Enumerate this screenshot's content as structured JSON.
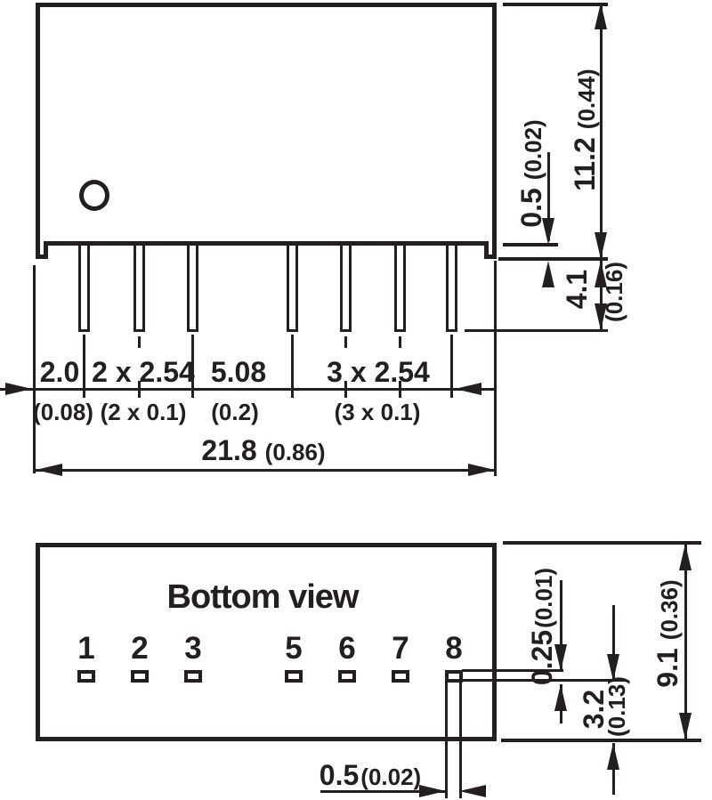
{
  "drawing": {
    "ink_color": "#231f20",
    "top_view": {
      "dims": {
        "body_height": {
          "mm": "11.2",
          "inch": "(0.44)"
        },
        "standoff": {
          "mm": "0.5",
          "inch": "(0.02)"
        },
        "pin_length": {
          "mm": "4.1",
          "inch": "(0.16)"
        },
        "pin1_offset": {
          "mm": "2.0",
          "inch": "(0.08)"
        },
        "pitch_2x": {
          "mm": "2 x 2.54",
          "inch": "(2 x 0.1)"
        },
        "center_gap": {
          "mm": "5.08",
          "inch": "(0.2)"
        },
        "pitch_3x": {
          "mm": "3 x 2.54",
          "inch": "(3 x 0.1)"
        },
        "body_width": {
          "mm": "21.8",
          "inch": "(0.86)"
        }
      }
    },
    "bottom_view": {
      "title": "Bottom view",
      "pin_labels": [
        "1",
        "2",
        "3",
        "5",
        "6",
        "7",
        "8"
      ],
      "dims": {
        "pin_thickness": {
          "mm": "0.25",
          "inch": "(0.01)"
        },
        "pin_edge_offset": {
          "mm": "3.2",
          "inch": "(0.13)"
        },
        "body_depth": {
          "mm": "9.1",
          "inch": "(0.36)"
        },
        "pin_width": {
          "mm": "0.5",
          "inch": "(0.02)"
        }
      }
    }
  }
}
